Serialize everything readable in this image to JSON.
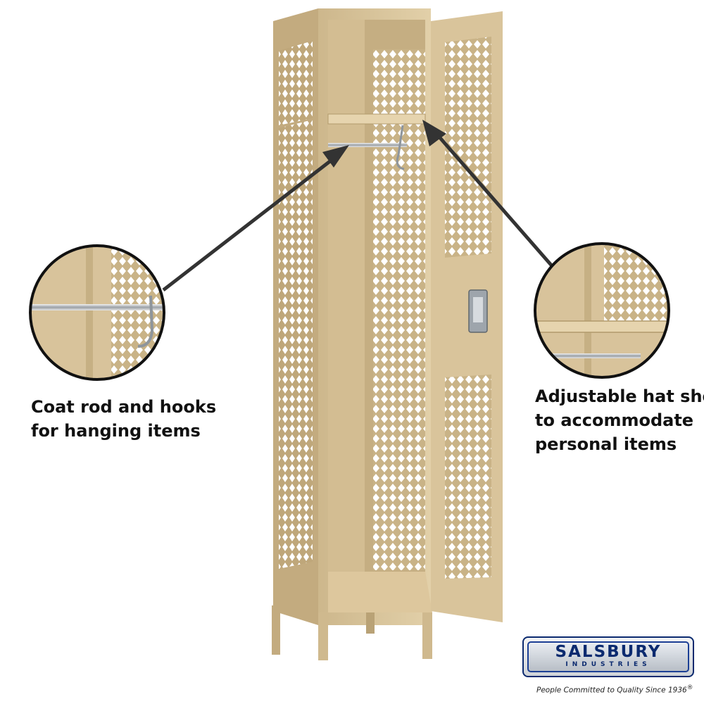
{
  "captions": {
    "coat_rod": [
      "Coat rod and hooks",
      "for hanging items"
    ],
    "hat_shelf": [
      "Adjustable hat shelf",
      "to accommodate",
      "personal items"
    ]
  },
  "logo": {
    "name": "SALSBURY",
    "sub": "INDUSTRIES",
    "tagline": "People Committed to Quality Since 1936",
    "registered_mark": "®"
  },
  "colors": {
    "locker_tan": "#d7c29a",
    "locker_shadow": "#b9a276",
    "logo_blue": "#0b2a6f",
    "text": "#111111"
  }
}
